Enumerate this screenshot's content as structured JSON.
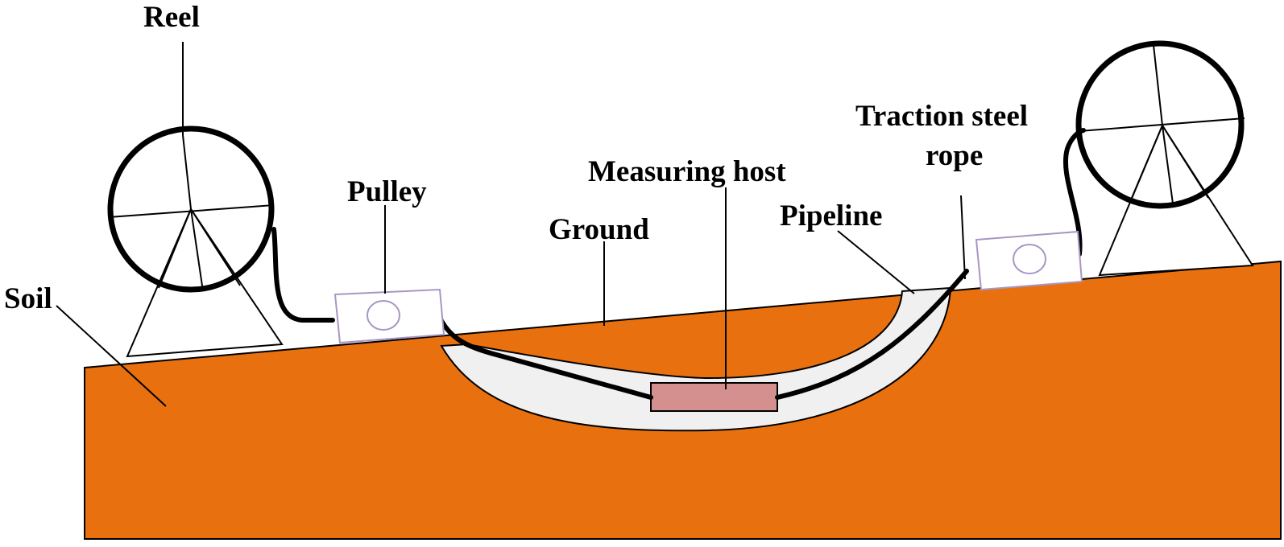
{
  "labels": {
    "reel": "Reel",
    "pulley": "Pulley",
    "ground": "Ground",
    "measuring_host": "Measuring host",
    "pipeline": "Pipeline",
    "traction_line1": "Traction steel",
    "traction_line2": "rope",
    "soil": "Soil"
  },
  "colors": {
    "soil": "#e8700f",
    "pipeline": "#f0f0f0",
    "host": "#d48f8f",
    "pulley_outline": "#a896c4",
    "line": "#000000"
  }
}
